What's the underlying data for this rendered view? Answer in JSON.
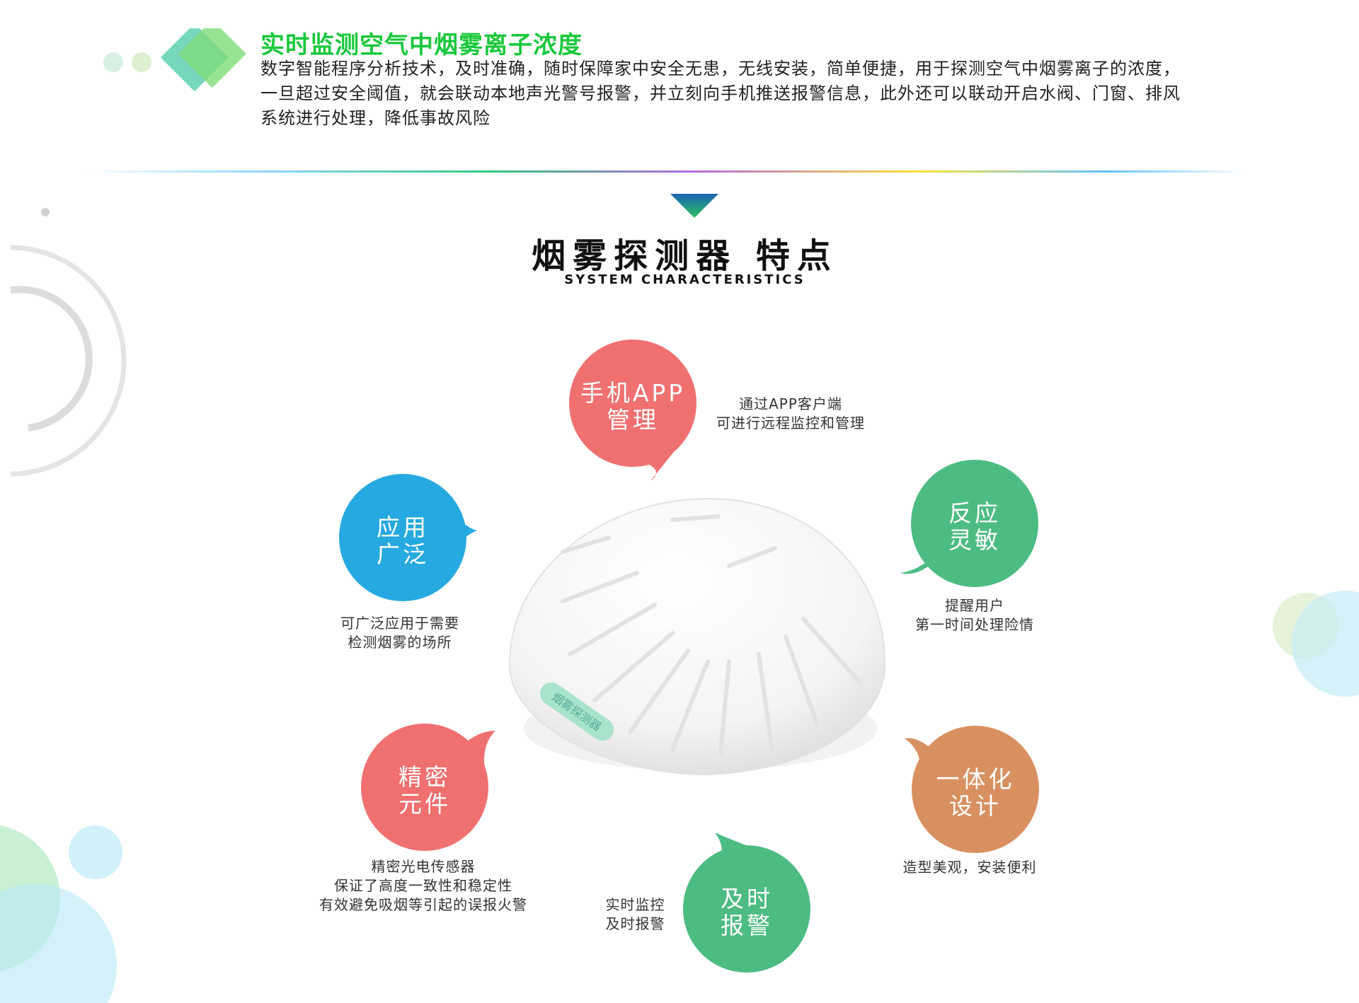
{
  "intro": {
    "title": "实时监测空气中烟雾离子浓度",
    "body": "数字智能程序分析技术，及时准确，随时保障家中安全无患，无线安装，简单便捷，用于探测空气中烟雾离子的浓度，一旦超过安全阈值，就会联动本地声光警号报警，并立刻向手机推送报警信息，此外还可以联动开启水阀、门窗、排风系统进行处理，降低事故风险"
  },
  "section": {
    "title": "烟雾探测器 特点",
    "subtitle": "SYSTEM CHARACTERISTICS"
  },
  "device": {
    "label": "烟雾探测器"
  },
  "features": [
    {
      "id": "app",
      "line1": "手机APP",
      "line2": "管理",
      "color": "#f07070",
      "desc": [
        "通过APP客户端",
        "可进行远程监控和管理"
      ]
    },
    {
      "id": "response",
      "line1": "反应",
      "line2": "灵敏",
      "color": "#4cbc82",
      "desc": [
        "提醒用户",
        "第一时间处理险情"
      ]
    },
    {
      "id": "wide",
      "line1": "应用",
      "line2": "广泛",
      "color": "#26a9e0",
      "desc": [
        "可广泛应用于需要",
        "检测烟雾的场所"
      ]
    },
    {
      "id": "precision",
      "line1": "精密",
      "line2": "元件",
      "color": "#f07070",
      "desc": [
        "精密光电传感器",
        "保证了高度一致性和稳定性",
        "有效避免吸烟等引起的误报火警"
      ]
    },
    {
      "id": "integrated",
      "line1": "一体化",
      "line2": "设计",
      "color": "#d99060",
      "desc": [
        "造型美观，安装便利"
      ]
    },
    {
      "id": "alarm",
      "line1": "及时",
      "line2": "报警",
      "color": "#4cbc82",
      "desc": [
        "实时监控",
        "及时报警"
      ]
    }
  ],
  "colors": {
    "title_green": "#19c83b",
    "red": "#f07070",
    "green": "#4cbc82",
    "blue": "#26a9e0",
    "orange": "#d99060"
  }
}
